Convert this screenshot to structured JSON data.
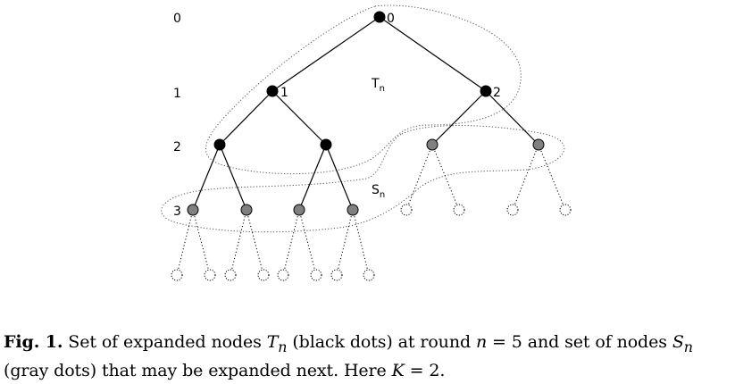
{
  "figure": {
    "depth_labels": [
      "0",
      "1",
      "2",
      "3"
    ],
    "node_labels": [
      "0",
      "1",
      "2"
    ],
    "region_T_label": "T",
    "region_T_sub": "n",
    "region_S_label": "S",
    "region_S_sub": "n",
    "colors": {
      "expanded": "#000000",
      "frontier": "#808080",
      "unexpanded": "#ffffff",
      "edge": "#000000",
      "region": "#555555"
    }
  },
  "caption": {
    "label": "Fig. 1.",
    "text_1": " Set of expanded nodes ",
    "t_symbol": "T",
    "t_sub": "n",
    "text_2": " (black dots) at round ",
    "n_symbol": "n",
    "text_3": " = 5 and set of nodes ",
    "s_symbol": "S",
    "s_sub": "n",
    "text_4": " (gray dots) that may be expanded next. Here ",
    "k_symbol": "K",
    "text_5": " = 2."
  }
}
